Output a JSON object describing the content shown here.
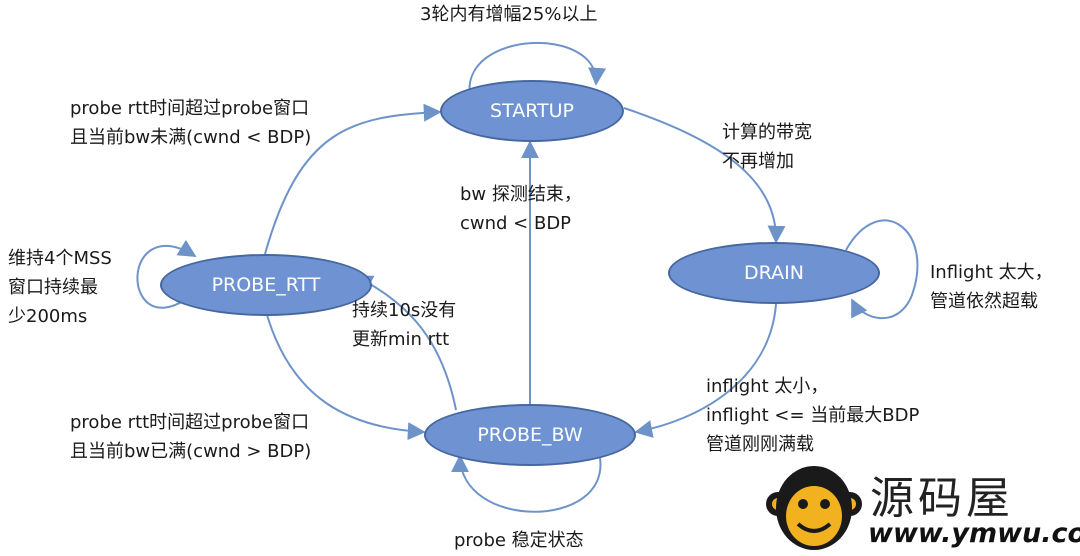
{
  "states": {
    "startup": "STARTUP",
    "drain": "DRAIN",
    "probe_bw": "PROBE_BW",
    "probe_rtt": "PROBE_RTT"
  },
  "transitions": {
    "startup_self": "3轮内有增幅25%以上",
    "startup_to_drain": "计算的带宽\n不再增加",
    "drain_self": "Inflight 太大，\n管道依然超载",
    "drain_to_probe_bw": "inflight 太小，\ninflight <= 当前最大BDP\n管道刚刚满载",
    "probe_bw_self": "probe 稳定状态",
    "probe_bw_to_startup": "bw 探测结束，\ncwnd < BDP",
    "probe_bw_to_probe_rtt": "持续10s没有\n更新min rtt",
    "probe_rtt_self": "维持4个MSS\n窗口持续最\n少200ms",
    "probe_rtt_to_startup": "probe rtt时间超过probe窗口\n且当前bw未满(cwnd < BDP)",
    "probe_rtt_to_probe_bw": "probe rtt时间超过probe窗口\n且当前bw已满(cwnd > BDP)"
  },
  "watermark": {
    "brand": "源码屋",
    "url": "www.ymwu.com"
  },
  "colors": {
    "node_fill": "#6f93d2",
    "node_border": "#46679f",
    "edge": "#6d93c9",
    "node_text": "#ffffff"
  }
}
